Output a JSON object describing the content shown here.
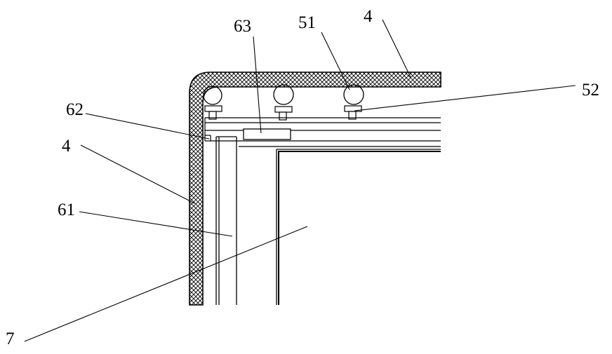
{
  "labels": {
    "housing_top": "4",
    "housing_side": "4",
    "ball": "51",
    "ball_mount": "52",
    "bar_vertical": "61",
    "bar_corner": "62",
    "connector": "63",
    "panel": "7"
  },
  "colors": {
    "line": "#000000",
    "background": "#ffffff"
  }
}
